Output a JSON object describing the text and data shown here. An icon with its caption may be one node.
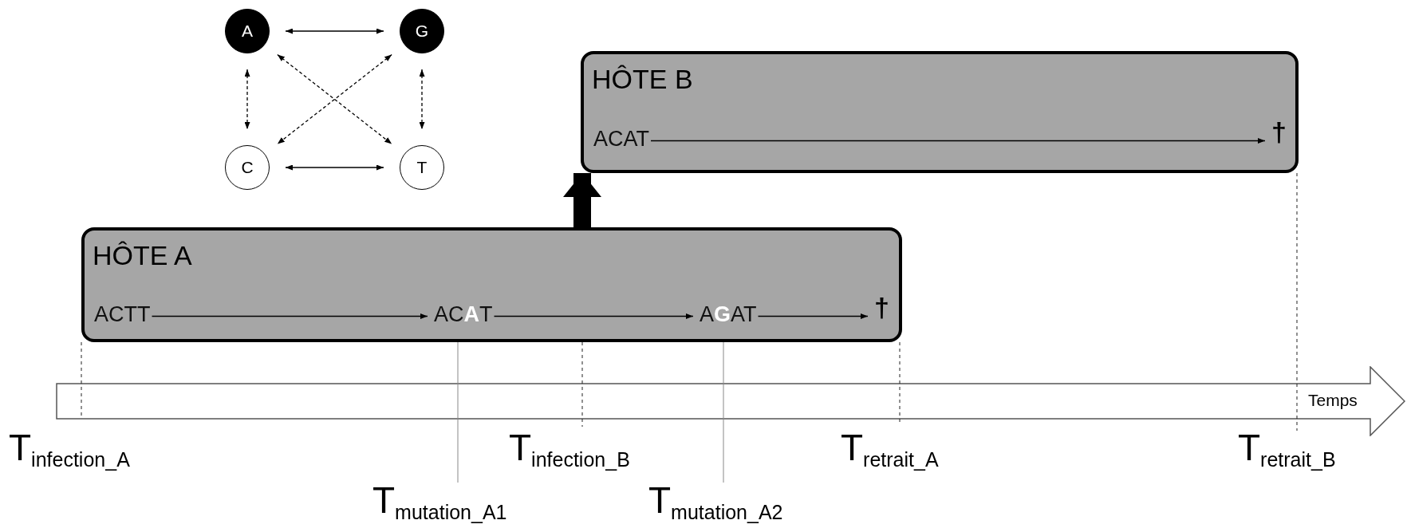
{
  "diagram": {
    "nodes": [
      {
        "text": [
          "A"
        ]
      },
      {
        "text": [
          "G"
        ]
      },
      {
        "text": [
          "C"
        ]
      },
      {
        "text": [
          "T"
        ]
      },
      {
        "text": [
          "HÔTE B"
        ]
      },
      {
        "text": [
          "ACAT"
        ],
        "in": 4
      },
      {
        "text": [
          "†"
        ],
        "in": 4
      },
      {
        "text": [
          "HÔTE A"
        ]
      },
      {
        "text": [
          "ACTT"
        ],
        "in": 7
      },
      {
        "text": [
          "AC**A**T"
        ],
        "in": 7
      },
      {
        "text": [
          "A**G**AT"
        ],
        "in": 7
      },
      {
        "text": [
          "†"
        ],
        "in": 7
      },
      {
        "text": [
          "Temps"
        ]
      }
    ],
    "edges": [
      {
        "from": 0,
        "to": 1,
        "arrow": "both"
      },
      {
        "from": 0,
        "to": 2,
        "arrow": "both",
        "style": "dashed"
      },
      {
        "from": 1,
        "to": 3,
        "arrow": "both",
        "style": "dashed"
      },
      {
        "from": 0,
        "to": 3,
        "arrow": "both",
        "style": "dashed"
      },
      {
        "from": 1,
        "to": 2,
        "arrow": "both",
        "style": "dashed"
      },
      {
        "from": 2,
        "to": 3,
        "arrow": "both"
      },
      {
        "from": 5,
        "to": 6,
        "arrow": "to"
      },
      {
        "from": 7,
        "to": 4,
        "arrow": "to",
        "style": "thick"
      },
      {
        "from": 8,
        "to": 9,
        "arrow": "to"
      },
      {
        "from": 9,
        "to": 10,
        "arrow": "to"
      },
      {
        "from": 10,
        "to": 11,
        "arrow": "to"
      }
    ],
    "labels": [
      "T$_{infection_A}$",
      "T$_{infection_B}$",
      "T$_{retrait_A}$",
      "T$_{retrait_B}$",
      "T$_{mutation_A1}$",
      "T$_{mutation_A2}$"
    ]
  }
}
